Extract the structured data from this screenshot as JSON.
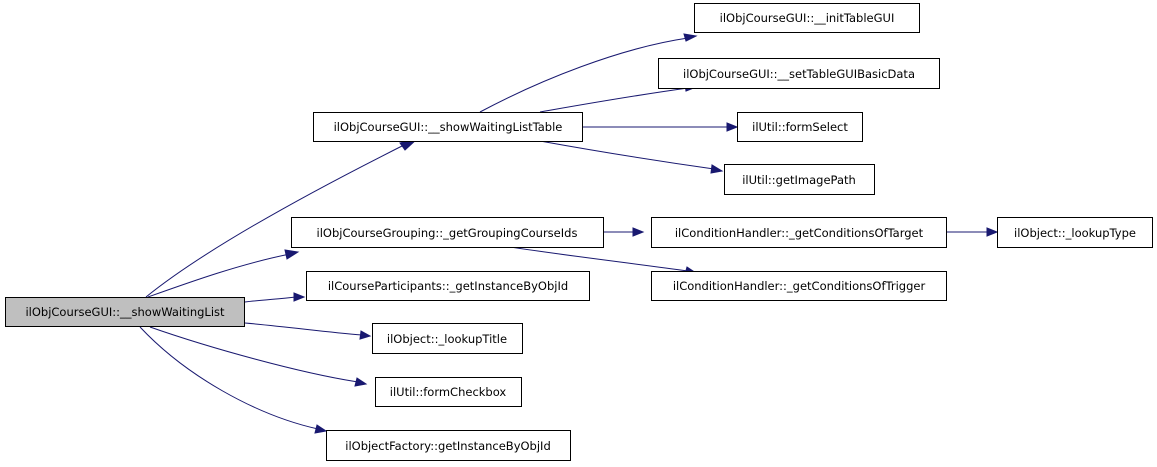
{
  "nodes": [
    {
      "id": "root",
      "label": "ilObjCourseGUI::__showWaitingList"
    },
    {
      "id": "n1",
      "label": "ilObjCourseGUI::__showWaitingListTable"
    },
    {
      "id": "n2",
      "label": "ilObjCourseGUI::__initTableGUI"
    },
    {
      "id": "n3",
      "label": "ilObjCourseGUI::__setTableGUIBasicData"
    },
    {
      "id": "n4",
      "label": "ilUtil::formSelect"
    },
    {
      "id": "n5",
      "label": "ilUtil::getImagePath"
    },
    {
      "id": "n6",
      "label": "ilObjCourseGrouping::_getGroupingCourseIds"
    },
    {
      "id": "n7",
      "label": "ilConditionHandler::_getConditionsOfTarget"
    },
    {
      "id": "n8",
      "label": "ilObject::_lookupType"
    },
    {
      "id": "n9",
      "label": "ilConditionHandler::_getConditionsOfTrigger"
    },
    {
      "id": "n10",
      "label": "ilCourseParticipants::_getInstanceByObjId"
    },
    {
      "id": "n11",
      "label": "ilObject::_lookupTitle"
    },
    {
      "id": "n12",
      "label": "ilUtil::formCheckbox"
    },
    {
      "id": "n13",
      "label": "ilObjectFactory::getInstanceByObjId"
    }
  ],
  "edges": [
    {
      "from": "root",
      "to": "n1"
    },
    {
      "from": "root",
      "to": "n6"
    },
    {
      "from": "root",
      "to": "n10"
    },
    {
      "from": "root",
      "to": "n11"
    },
    {
      "from": "root",
      "to": "n12"
    },
    {
      "from": "root",
      "to": "n13"
    },
    {
      "from": "n1",
      "to": "n2"
    },
    {
      "from": "n1",
      "to": "n3"
    },
    {
      "from": "n1",
      "to": "n4"
    },
    {
      "from": "n1",
      "to": "n5"
    },
    {
      "from": "n6",
      "to": "n7"
    },
    {
      "from": "n6",
      "to": "n9"
    },
    {
      "from": "n7",
      "to": "n8"
    }
  ],
  "colors": {
    "edge": "#191970",
    "root_fill": "#bfbfbf",
    "node_fill": "#ffffff",
    "border": "#000000"
  }
}
